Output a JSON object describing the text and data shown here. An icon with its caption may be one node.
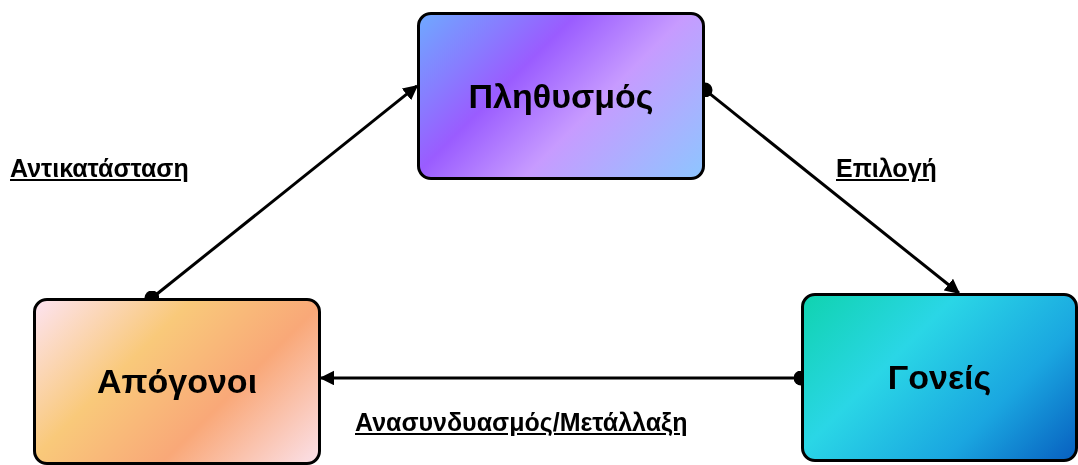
{
  "diagram": {
    "nodes": [
      {
        "text": [
          "Πληθυσμός"
        ]
      },
      {
        "text": [
          "Γονείς"
        ]
      },
      {
        "text": [
          "Απόγονοι"
        ]
      }
    ],
    "edges": [
      {
        "from": 0,
        "to": 1,
        "arrow": "to",
        "label": "Επιλογή"
      },
      {
        "from": 1,
        "to": 2,
        "arrow": "to",
        "label": "Ανασυνδυασμός/Μετάλλαξη"
      },
      {
        "from": 2,
        "to": 0,
        "arrow": "to",
        "label": "Αντικατάσταση"
      }
    ]
  }
}
